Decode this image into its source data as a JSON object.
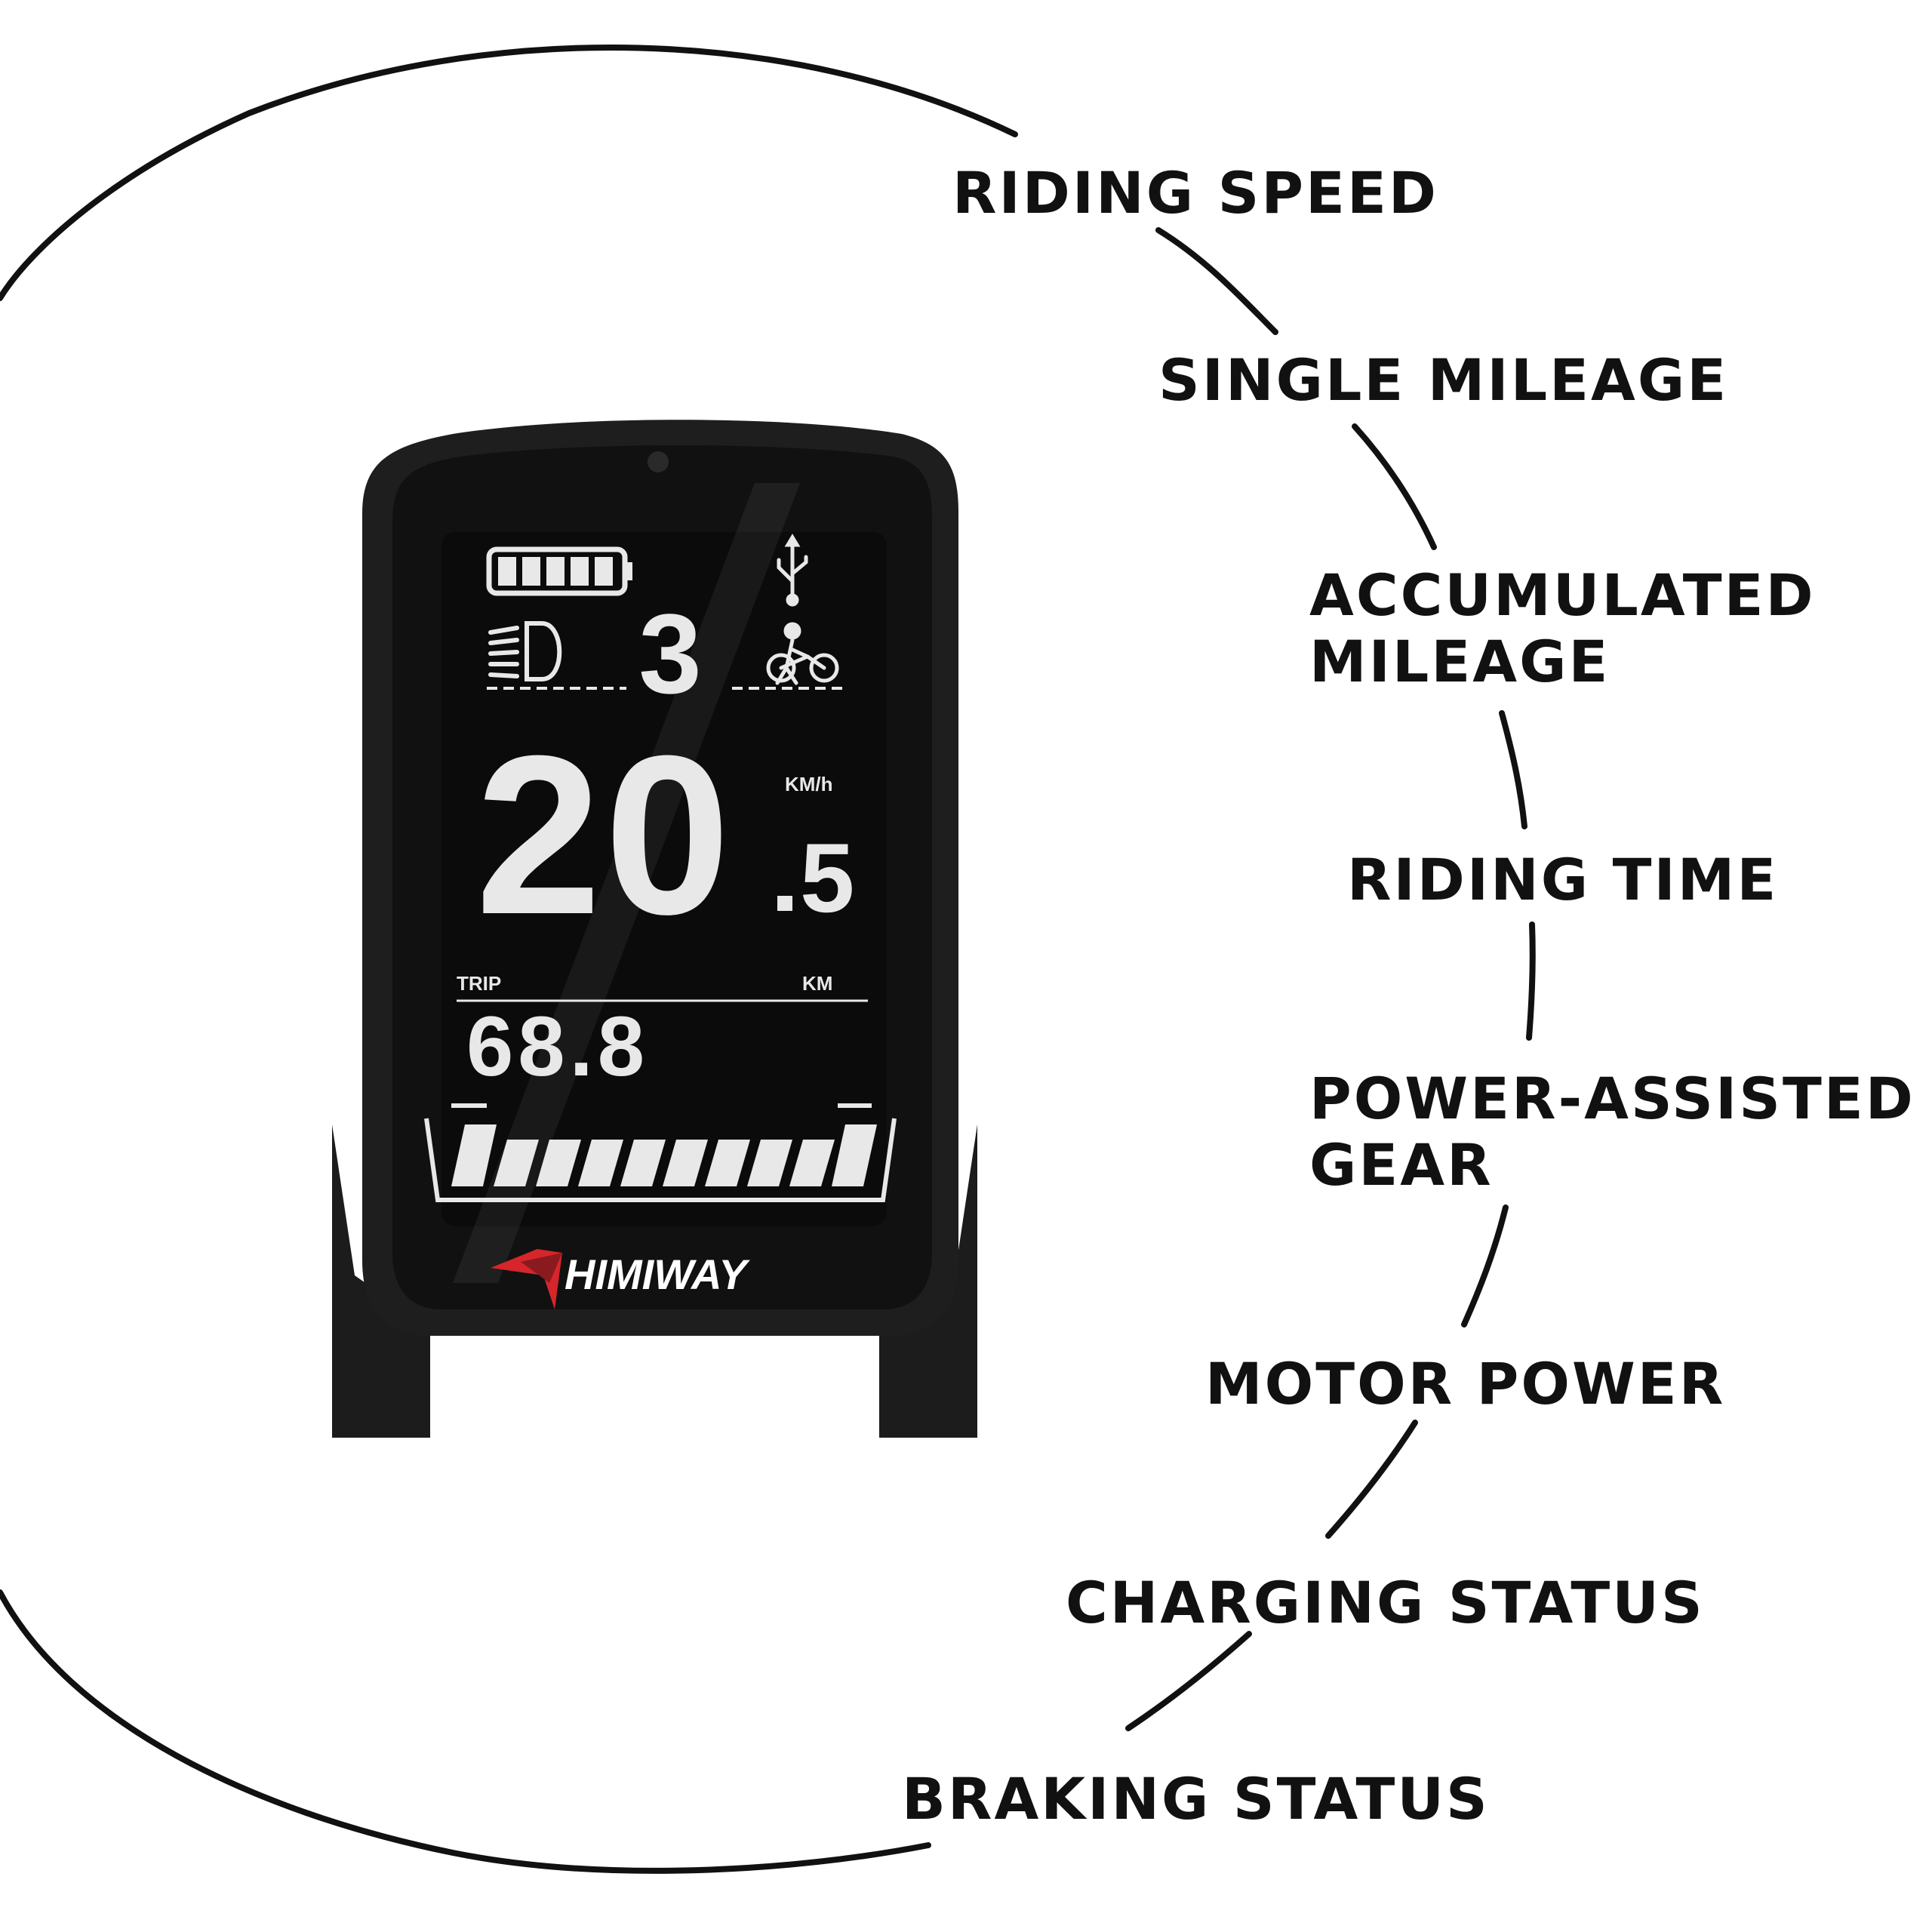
{
  "colors": {
    "background": "#ffffff",
    "outline": "#111111",
    "device_body": "#1e1e1e",
    "screen": "#0b0b0b",
    "lcd": "#e8e8e8",
    "brand_accent": "#d6262b"
  },
  "display": {
    "speed_value": "20.5",
    "speed_integer": "20",
    "speed_decimal": "5",
    "speed_unit": "KM/h",
    "assist_gear": "3",
    "trip_label": "TRIP",
    "trip_unit": "KM",
    "trip_value": "68.8",
    "battery_bars": 5,
    "power_bars": 10,
    "icons": [
      "battery-icon",
      "usb-icon",
      "headlight-icon",
      "walk-assist-icon"
    ],
    "brand": "HIMIWAY"
  },
  "labels": [
    {
      "id": "riding-speed",
      "lines": [
        "RIDING SPEED"
      ]
    },
    {
      "id": "single-mileage",
      "lines": [
        "SINGLE MILEAGE"
      ]
    },
    {
      "id": "accumulated-mileage",
      "lines": [
        "ACCUMULATED",
        "MILEAGE"
      ]
    },
    {
      "id": "riding-time",
      "lines": [
        "RIDING TIME"
      ]
    },
    {
      "id": "power-assisted-gear",
      "lines": [
        "POWER-ASSISTED",
        "GEAR"
      ]
    },
    {
      "id": "motor-power",
      "lines": [
        "MOTOR POWER"
      ]
    },
    {
      "id": "charging-status",
      "lines": [
        "CHARGING STATUS"
      ]
    },
    {
      "id": "braking-status",
      "lines": [
        "BRAKING STATUS"
      ]
    }
  ]
}
